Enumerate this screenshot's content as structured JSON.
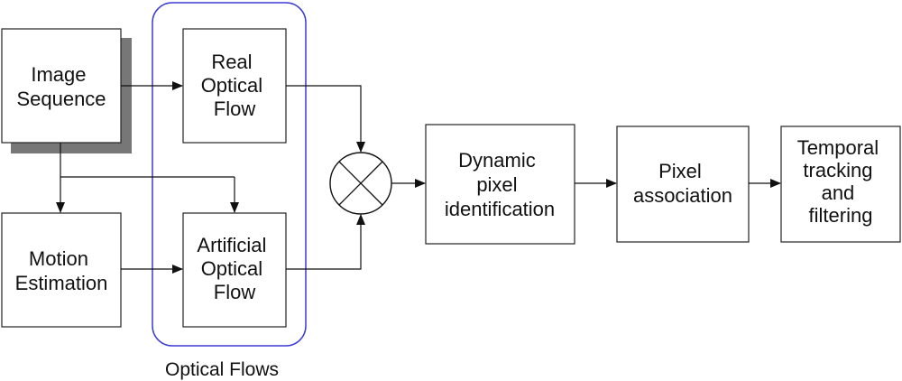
{
  "colors": {
    "box_border": "#222222",
    "shadow": "#777777",
    "group_border": "#3b3bd6",
    "text": "#111111"
  },
  "nodes": {
    "image_sequence": {
      "lines": [
        "Image",
        "Sequence"
      ]
    },
    "motion_estimation": {
      "lines": [
        "Motion",
        "Estimation"
      ]
    },
    "real_optical_flow": {
      "lines": [
        "Real",
        "Optical",
        "Flow"
      ]
    },
    "artificial_optical_flow": {
      "lines": [
        "Artificial",
        "Optical",
        "Flow"
      ]
    },
    "dynamic_pixel_identification": {
      "lines": [
        "Dynamic",
        "pixel",
        "identification"
      ]
    },
    "pixel_association": {
      "lines": [
        "Pixel",
        "association"
      ]
    },
    "temporal_tracking": {
      "lines": [
        "Temporal",
        "tracking",
        "and",
        "filtering"
      ]
    }
  },
  "group": {
    "label": "Optical Flows"
  },
  "comparator": {
    "icon": "multiply-circle-icon"
  }
}
